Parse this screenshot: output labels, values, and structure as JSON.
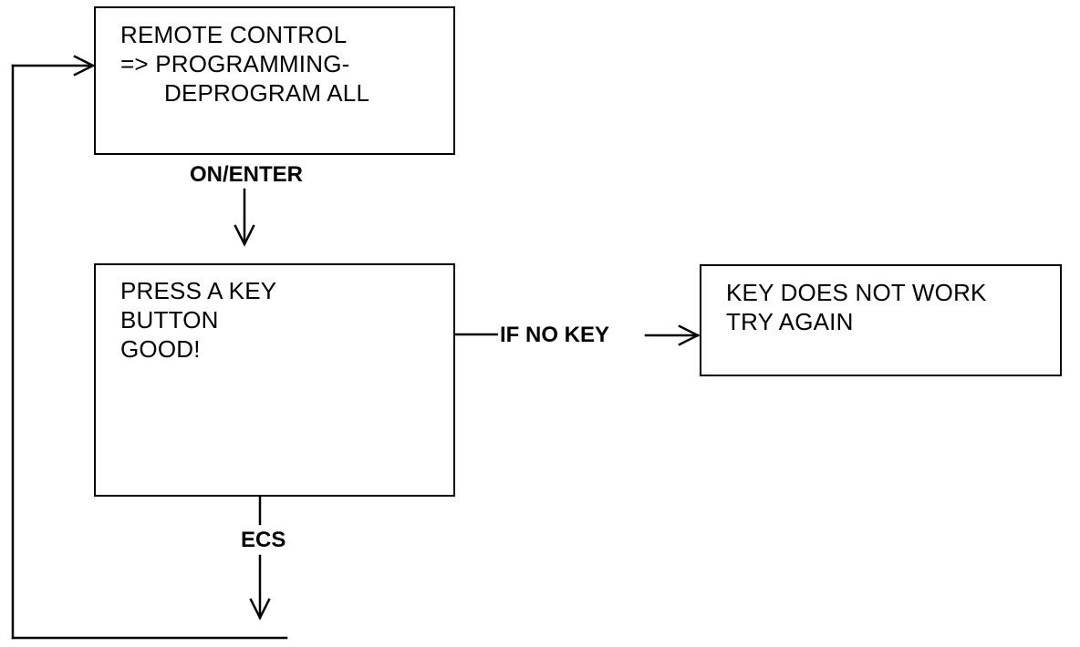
{
  "nodes": {
    "menu": {
      "lines": [
        "REMOTE CONTROL",
        "=> PROGRAMMING-",
        "    DEPROGRAM ALL"
      ]
    },
    "press_key": {
      "lines": [
        "PRESS A KEY",
        "BUTTON",
        "GOOD!"
      ]
    },
    "error": {
      "lines": [
        "KEY DOES NOT WORK",
        "TRY AGAIN"
      ]
    }
  },
  "edges": {
    "on_enter": "ON/ENTER",
    "if_no_key": "IF NO KEY",
    "ecs": "ECS"
  },
  "colors": {
    "ink": "#000000",
    "paper": "#ffffff"
  }
}
